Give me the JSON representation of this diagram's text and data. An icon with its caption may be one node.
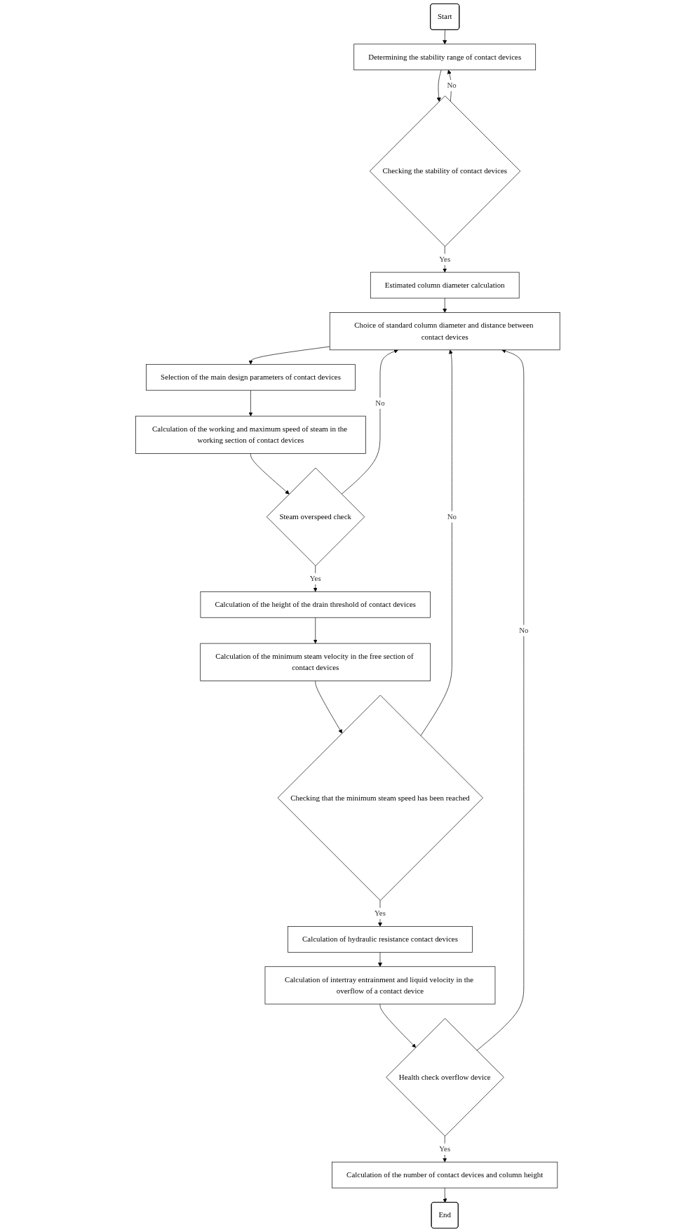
{
  "diagram": {
    "nodes": [
      {
        "text": [
          "Start"
        ]
      },
      {
        "text": [
          "Determining the stability range of contact devices"
        ]
      },
      {
        "text": [
          "Checking the stability of contact devices"
        ]
      },
      {
        "text": [
          "Estimated column diameter calculation"
        ]
      },
      {
        "text": [
          "Choice of standard column diameter and distance between contact devices"
        ]
      },
      {
        "text": [
          "Selection of the main design parameters of contact devices"
        ]
      },
      {
        "text": [
          "Calculation of the working and maximum speed of steam in the working section of contact devices"
        ]
      },
      {
        "text": [
          "Steam overspeed check"
        ]
      },
      {
        "text": [
          "Calculation of the height of the drain threshold of contact devices"
        ]
      },
      {
        "text": [
          "Calculation of the minimum steam velocity in the free section of contact devices"
        ]
      },
      {
        "text": [
          "Checking that the minimum steam speed has been reached"
        ]
      },
      {
        "text": [
          "Calculation of hydraulic resistance contact devices"
        ]
      },
      {
        "text": [
          "Calculation of intertray entrainment and liquid velocity in the overflow of a contact device"
        ]
      },
      {
        "text": [
          "Health check overflow device"
        ]
      },
      {
        "text": [
          "Calculation of the number of contact devices and column height"
        ]
      },
      {
        "text": [
          "End"
        ]
      }
    ],
    "edges": [
      {
        "from": 0,
        "to": 1,
        "arrow": "to"
      },
      {
        "from": 1,
        "to": 2,
        "arrow": "to"
      },
      {
        "from": 2,
        "to": 1,
        "label": "No",
        "arrow": "to"
      },
      {
        "from": 2,
        "to": 3,
        "label": "Yes",
        "arrow": "to"
      },
      {
        "from": 3,
        "to": 4,
        "arrow": "to"
      },
      {
        "from": 4,
        "to": 5,
        "arrow": "to"
      },
      {
        "from": 5,
        "to": 6,
        "arrow": "to"
      },
      {
        "from": 6,
        "to": 7,
        "arrow": "to"
      },
      {
        "from": 7,
        "to": 4,
        "label": "No",
        "arrow": "to"
      },
      {
        "from": 7,
        "to": 8,
        "label": "Yes",
        "arrow": "to"
      },
      {
        "from": 8,
        "to": 9,
        "arrow": "to"
      },
      {
        "from": 9,
        "to": 10,
        "arrow": "to"
      },
      {
        "from": 10,
        "to": 4,
        "label": "No",
        "arrow": "to"
      },
      {
        "from": 10,
        "to": 11,
        "label": "Yes",
        "arrow": "to"
      },
      {
        "from": 11,
        "to": 12,
        "arrow": "to"
      },
      {
        "from": 12,
        "to": 13,
        "arrow": "to"
      },
      {
        "from": 13,
        "to": 4,
        "label": "No",
        "arrow": "to"
      },
      {
        "from": 13,
        "to": 14,
        "label": "Yes",
        "arrow": "to"
      },
      {
        "from": 14,
        "to": 15,
        "arrow": "to"
      }
    ]
  }
}
